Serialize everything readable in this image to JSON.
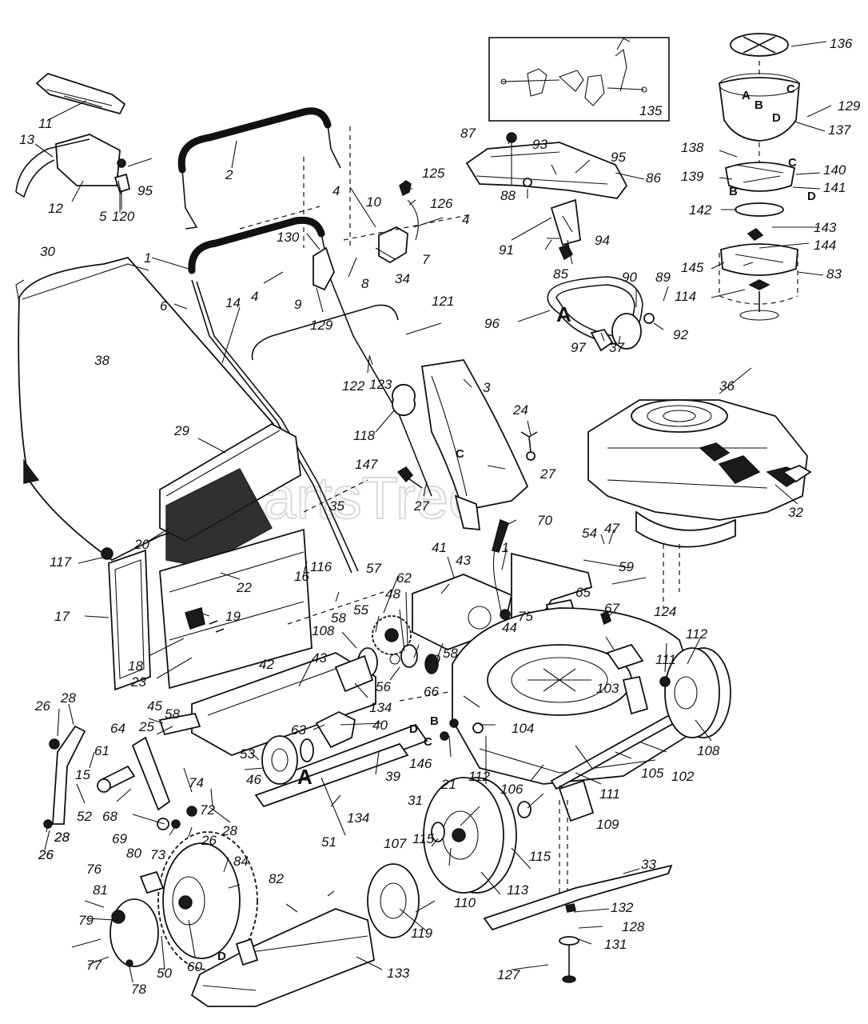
{
  "watermark": "PartsTree",
  "inset_label": "135",
  "callouts": [
    "1",
    "2",
    "3",
    "4",
    "4",
    "4",
    "5",
    "6",
    "7",
    "8",
    "9",
    "10",
    "11",
    "12",
    "13",
    "14",
    "15",
    "16",
    "17",
    "18",
    "19",
    "20",
    "21",
    "22",
    "23",
    "24",
    "25",
    "26",
    "26",
    "26",
    "26",
    "27",
    "27",
    "28",
    "28",
    "28",
    "28",
    "29",
    "30",
    "31",
    "32",
    "33",
    "34",
    "35",
    "36",
    "37",
    "38",
    "39",
    "40",
    "41",
    "42",
    "43",
    "43",
    "44",
    "45",
    "46",
    "47",
    "48",
    "49",
    "50",
    "51",
    "52",
    "53",
    "54",
    "55",
    "56",
    "57",
    "58",
    "58",
    "58",
    "59",
    "60",
    "61",
    "62",
    "63",
    "64",
    "65",
    "66",
    "67",
    "68",
    "69",
    "70",
    "71",
    "72",
    "73",
    "74",
    "75",
    "76",
    "77",
    "78",
    "79",
    "80",
    "81",
    "82",
    "83",
    "84",
    "85",
    "86",
    "87",
    "88",
    "89",
    "90",
    "91",
    "92",
    "93",
    "94",
    "95",
    "95",
    "96",
    "97",
    "102",
    "103",
    "104",
    "105",
    "106",
    "107",
    "108",
    "108",
    "109",
    "110",
    "111",
    "111",
    "112",
    "112",
    "113",
    "114",
    "115",
    "115",
    "116",
    "117",
    "118",
    "119",
    "120",
    "121",
    "122",
    "123",
    "124",
    "125",
    "126",
    "127",
    "128",
    "129",
    "129",
    "130",
    "131",
    "132",
    "133",
    "134",
    "134",
    "136",
    "137",
    "138",
    "139",
    "140",
    "141",
    "142",
    "143",
    "144",
    "145",
    "146",
    "147"
  ],
  "reference_letters": [
    "A",
    "A",
    "A",
    "B",
    "B",
    "B",
    "C",
    "C",
    "C",
    "C",
    "D",
    "D",
    "D",
    "D"
  ]
}
